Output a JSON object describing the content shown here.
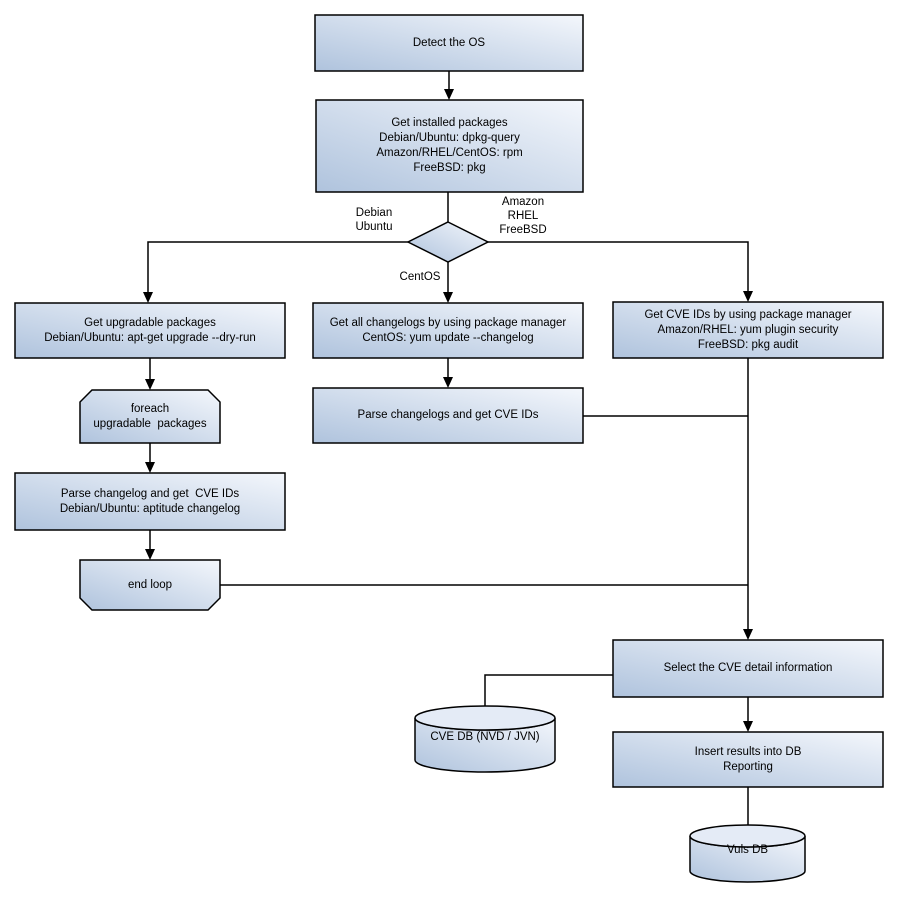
{
  "diagram": {
    "type": "flowchart",
    "colors": {
      "background": "#ffffff",
      "shape_gradient_dark": "#afc3dd",
      "shape_gradient_light": "#f4f7fc",
      "cylinder_top_fill": "#e4ebf6",
      "border": "#000000",
      "text": "#000000"
    },
    "nodes": {
      "detect_os": {
        "shape": "rect",
        "lines": [
          "Detect the OS"
        ]
      },
      "get_installed": {
        "shape": "rect",
        "lines": [
          "Get installed packages",
          "Debian/Ubuntu: dpkg-query",
          "Amazon/RHEL/CentOS: rpm",
          "FreeBSD: pkg"
        ]
      },
      "os_decision": {
        "shape": "diamond",
        "lines": []
      },
      "get_upgradable": {
        "shape": "rect",
        "lines": [
          "Get upgradable packages",
          "Debian/Ubuntu: apt-get upgrade --dry-run"
        ]
      },
      "foreach_loop": {
        "shape": "loop-start",
        "lines": [
          "foreach",
          "upgradable  packages"
        ]
      },
      "parse_changelog": {
        "shape": "rect",
        "lines": [
          "Parse changelog and get  CVE IDs",
          "Debian/Ubuntu: aptitude changelog"
        ]
      },
      "end_loop": {
        "shape": "loop-end",
        "lines": [
          "end loop"
        ]
      },
      "get_all_changelogs": {
        "shape": "rect",
        "lines": [
          "Get all changelogs by using package manager",
          "CentOS: yum update --changelog"
        ]
      },
      "parse_changelogs": {
        "shape": "rect",
        "lines": [
          "Parse changelogs and get CVE IDs"
        ]
      },
      "get_cve_ids": {
        "shape": "rect",
        "lines": [
          "Get CVE IDs by using package manager",
          "Amazon/RHEL: yum plugin security",
          "FreeBSD: pkg audit"
        ]
      },
      "select_cve": {
        "shape": "rect",
        "lines": [
          "Select the CVE detail information"
        ]
      },
      "insert_results": {
        "shape": "rect",
        "lines": [
          "Insert results into DB",
          "Reporting"
        ]
      },
      "cve_db": {
        "shape": "cylinder",
        "lines": [
          "CVE DB (NVD / JVN)"
        ]
      },
      "vuls_db": {
        "shape": "cylinder",
        "lines": [
          "Vuls DB"
        ]
      }
    },
    "edge_labels": {
      "left_branch": {
        "lines": [
          "Debian",
          "Ubuntu"
        ]
      },
      "right_branch": {
        "lines": [
          "Amazon",
          "RHEL",
          "FreeBSD"
        ]
      },
      "down_branch": {
        "lines": [
          "CentOS"
        ]
      }
    }
  }
}
